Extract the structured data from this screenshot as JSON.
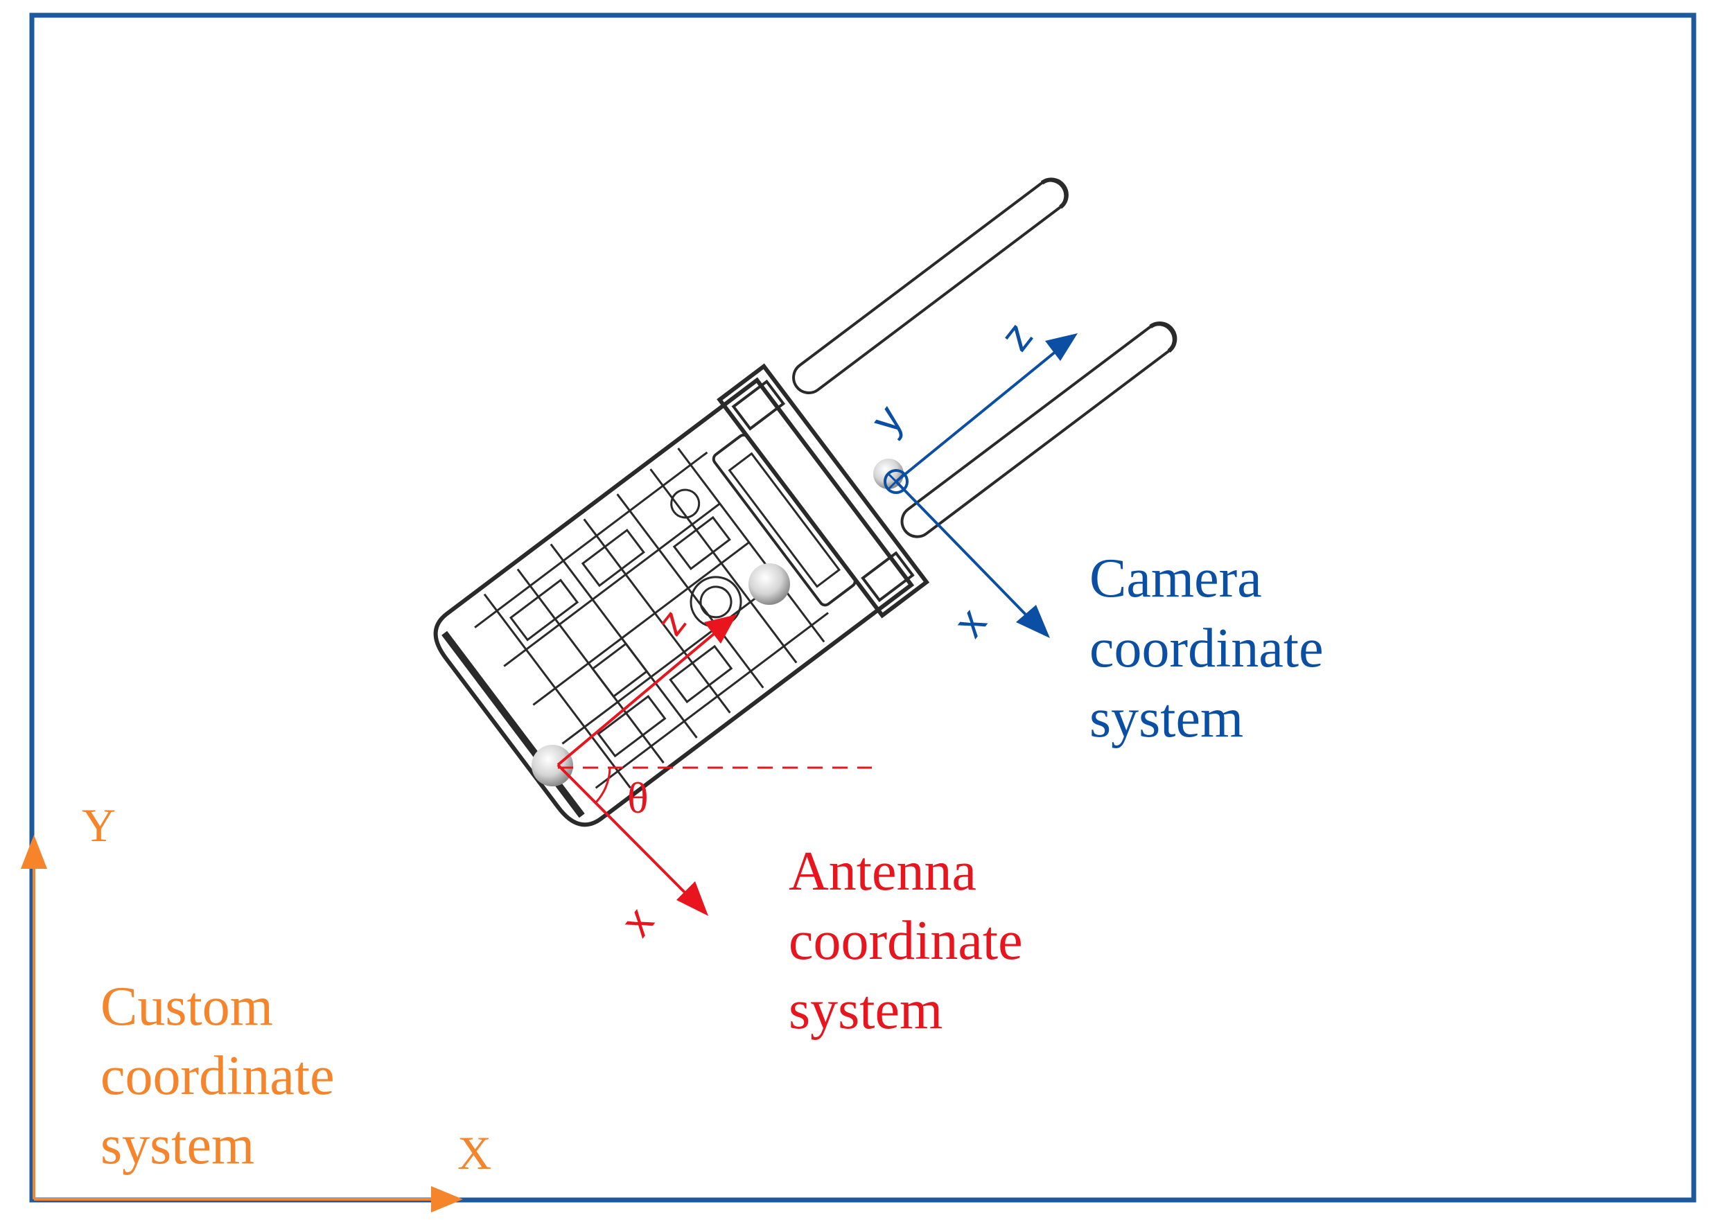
{
  "colors": {
    "frame": "#1D5A9C",
    "custom": "#F5842A",
    "camera": "#0A4FA3",
    "antenna": "#E8141E",
    "vehicle": "#2a2a2a"
  },
  "custom_system": {
    "label_lines": [
      "Custom",
      "coordinate",
      "system"
    ],
    "x_axis": "X",
    "y_axis": "Y"
  },
  "camera_system": {
    "label_lines": [
      "Camera",
      "coordinate",
      "system"
    ],
    "x_axis": "x",
    "y_axis": "y",
    "z_axis": "z"
  },
  "antenna_system": {
    "label_lines": [
      "Antenna",
      "coordinate",
      "system"
    ],
    "x_axis": "x",
    "z_axis": "z",
    "angle": "θ"
  },
  "icons": [
    "forklift-vehicle-icon",
    "marker-sphere-icon",
    "axis-into-page-icon"
  ]
}
